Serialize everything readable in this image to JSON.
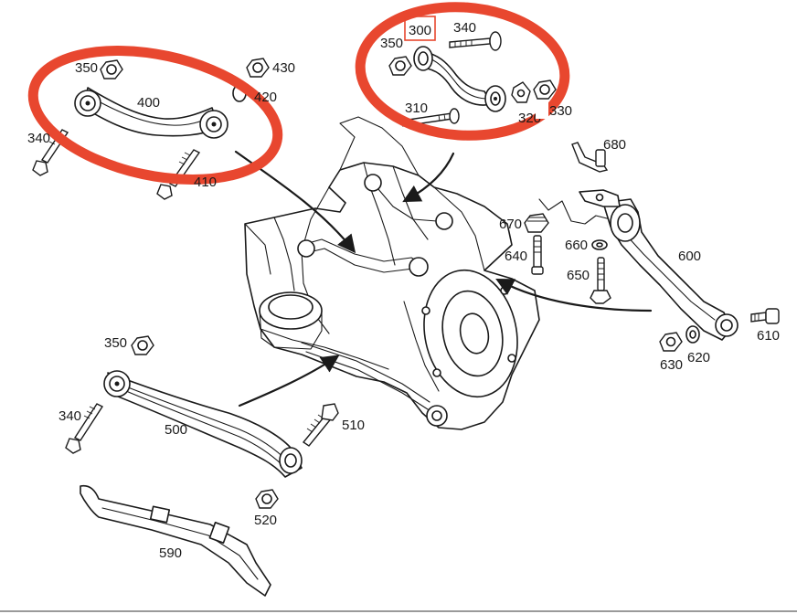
{
  "colors": {
    "highlight": "#e8472f",
    "line": "#1a1a1a",
    "background": "#ffffff"
  },
  "labels": {
    "l350a": "350",
    "l430": "430",
    "l420": "420",
    "l400": "400",
    "l340a": "340",
    "l410": "410",
    "l350b": "350",
    "l300": "300",
    "l340b": "340",
    "l310": "310",
    "l320": "320",
    "l330": "330",
    "l680": "680",
    "l670": "670",
    "l640": "640",
    "l660": "660",
    "l650": "650",
    "l600": "600",
    "l610": "610",
    "l630": "630",
    "l620": "620",
    "l350c": "350",
    "l340c": "340",
    "l500": "500",
    "l510": "510",
    "l520": "520",
    "l590": "590"
  }
}
